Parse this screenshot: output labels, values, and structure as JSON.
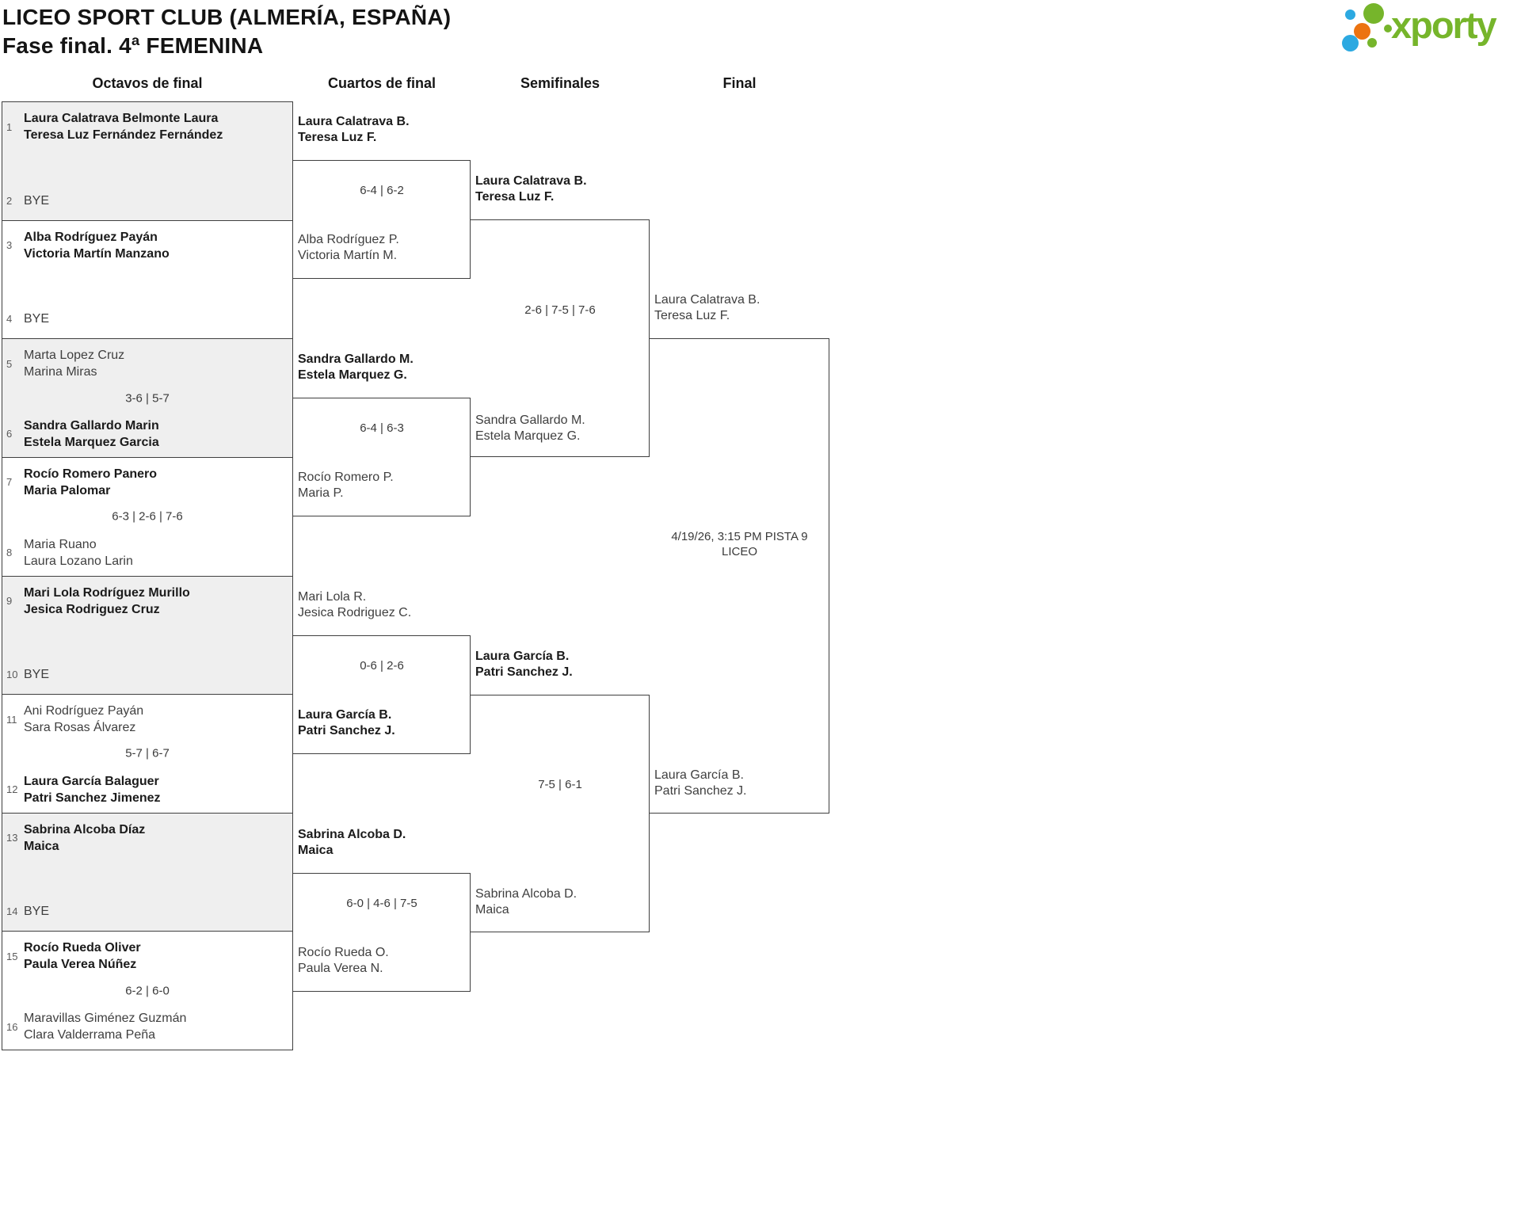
{
  "header": {
    "title_line1": "LICEO SPORT CLUB (ALMERÍA, ESPAÑA)",
    "title_line2": "Fase final. 4ª FEMENINA"
  },
  "logo": {
    "text": "xporty"
  },
  "rounds": {
    "r16": "Octavos de final",
    "qf": "Cuartos de final",
    "sf": "Semifinales",
    "final": "Final"
  },
  "octavos": [
    {
      "num1": "1",
      "team1": [
        "Laura Calatrava Belmonte Laura",
        "Teresa Luz Fernández Fernández"
      ],
      "num2": "2",
      "team2": [
        "BYE"
      ]
    },
    {
      "num1": "3",
      "team1": [
        "Alba Rodríguez Payán",
        "Victoria Martín Manzano"
      ],
      "num2": "4",
      "team2": [
        "BYE"
      ]
    },
    {
      "num1": "5",
      "team1": [
        "Marta Lopez Cruz",
        "Marina Miras"
      ],
      "score": "3-6 | 5-7",
      "num2": "6",
      "team2": [
        "Sandra Gallardo Marin",
        "Estela Marquez Garcia"
      ]
    },
    {
      "num1": "7",
      "team1": [
        "Rocío Romero Panero",
        "Maria Palomar"
      ],
      "score": "6-3 | 2-6 | 7-6",
      "num2": "8",
      "team2": [
        "Maria Ruano",
        "Laura Lozano Larin"
      ]
    },
    {
      "num1": "9",
      "team1": [
        "Mari Lola Rodríguez Murillo",
        "Jesica Rodriguez Cruz"
      ],
      "num2": "10",
      "team2": [
        "BYE"
      ]
    },
    {
      "num1": "11",
      "team1": [
        "Ani Rodríguez Payán",
        "Sara Rosas Álvarez"
      ],
      "score": "5-7 | 6-7",
      "num2": "12",
      "team2": [
        "Laura García Balaguer",
        "Patri Sanchez Jimenez"
      ]
    },
    {
      "num1": "13",
      "team1": [
        "Sabrina Alcoba Díaz",
        "Maica"
      ],
      "num2": "14",
      "team2": [
        "BYE"
      ]
    },
    {
      "num1": "15",
      "team1": [
        "Rocío Rueda Oliver",
        "Paula Verea Núñez"
      ],
      "score": "6-2 | 6-0",
      "num2": "16",
      "team2": [
        "Maravillas Giménez Guzmán",
        "Clara Valderrama Peña"
      ]
    }
  ],
  "cuartos": [
    {
      "top": [
        "Laura Calatrava B.",
        "Teresa Luz F."
      ],
      "score": "6-4 | 6-2",
      "bottom": [
        "Alba Rodríguez P.",
        "Victoria Martín M."
      ]
    },
    {
      "top": [
        "Sandra Gallardo M.",
        "Estela Marquez G."
      ],
      "score": "6-4 | 6-3",
      "bottom": [
        "Rocío Romero P.",
        "Maria P."
      ]
    },
    {
      "top": [
        "Mari Lola R.",
        "Jesica Rodriguez C."
      ],
      "score": "0-6 | 2-6",
      "bottom": [
        "Laura García B.",
        "Patri Sanchez J."
      ]
    },
    {
      "top": [
        "Sabrina Alcoba D.",
        "Maica"
      ],
      "score": "6-0 | 4-6 | 7-5",
      "bottom": [
        "Rocío Rueda O.",
        "Paula Verea N."
      ]
    }
  ],
  "semifinales": [
    {
      "top": [
        "Laura Calatrava B.",
        "Teresa Luz F."
      ],
      "score": "2-6 | 7-5 | 7-6",
      "bottom": [
        "Sandra Gallardo M.",
        "Estela Marquez G."
      ]
    },
    {
      "top": [
        "Laura García B.",
        "Patri Sanchez J."
      ],
      "score": "7-5 | 6-1",
      "bottom": [
        "Sabrina Alcoba D.",
        "Maica"
      ]
    }
  ],
  "final": {
    "top": [
      "Laura Calatrava B.",
      "Teresa Luz F."
    ],
    "info": [
      "4/19/26, 3:15 PM PISTA 9",
      "LICEO"
    ],
    "bottom": [
      "Laura García B.",
      "Patri Sanchez J."
    ]
  },
  "colors": {
    "logo_green": "#76b52b",
    "logo_blue": "#2ca9e1",
    "logo_orange": "#ec7311",
    "shaded_row": "#efefef",
    "line": "#3f3f3f"
  }
}
